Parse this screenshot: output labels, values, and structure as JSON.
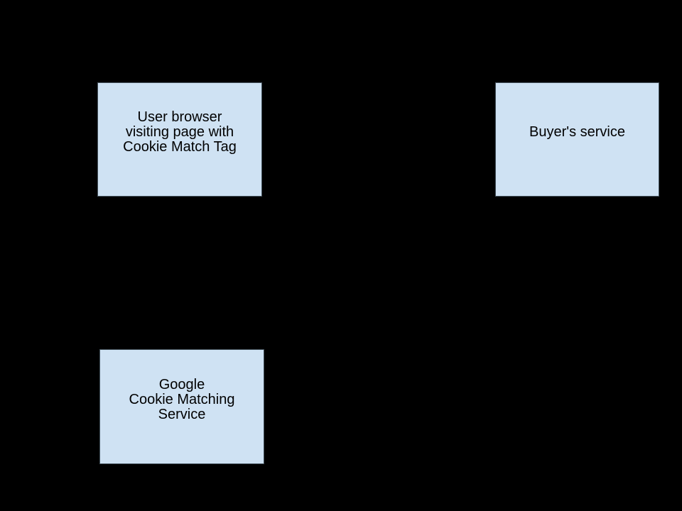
{
  "canvas": {
    "background_color": "#000000"
  },
  "diagram": {
    "nodes": [
      {
        "id": "user-browser",
        "label": "User browser\nvisiting page with\nCookie Match Tag",
        "fill_color": "#cfe2f3",
        "border_color": "#44525c",
        "text_color": "#000000"
      },
      {
        "id": "buyers-service",
        "label": "Buyer's service",
        "fill_color": "#cfe2f3",
        "border_color": "#44525c",
        "text_color": "#000000"
      },
      {
        "id": "google-cookie-matching-service",
        "label": "Google\nCookie Matching\nService",
        "fill_color": "#cfe2f3",
        "border_color": "#44525c",
        "text_color": "#000000"
      }
    ]
  }
}
